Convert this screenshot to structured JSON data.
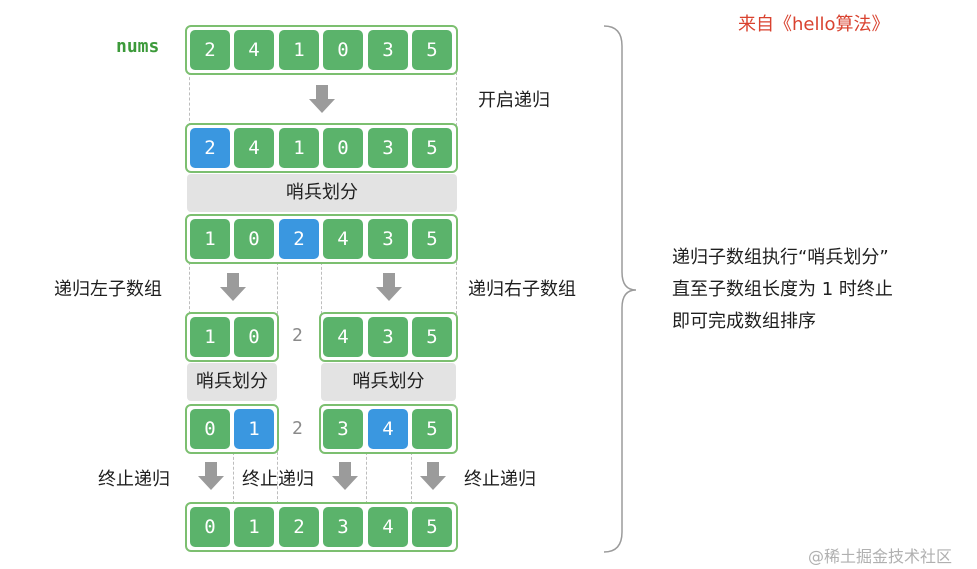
{
  "source_note": "来自《hello算法》",
  "nums_label": "nums",
  "arrays": {
    "row0": [
      "2",
      "4",
      "1",
      "0",
      "3",
      "5"
    ],
    "row1": [
      "2",
      "4",
      "1",
      "0",
      "3",
      "5"
    ],
    "row2": [
      "1",
      "0",
      "2",
      "4",
      "3",
      "5"
    ],
    "row3_left": [
      "1",
      "0"
    ],
    "row3_pivot": "2",
    "row3_right": [
      "4",
      "3",
      "5"
    ],
    "row4_left": [
      "0",
      "1"
    ],
    "row4_pivot": "2",
    "row4_right": [
      "3",
      "4",
      "5"
    ],
    "row5": [
      "0",
      "1",
      "2",
      "3",
      "4",
      "5"
    ]
  },
  "labels": {
    "start_recursion": "开启递归",
    "sentinel_partition": "哨兵划分",
    "recurse_left": "递归左子数组",
    "recurse_right": "递归右子数组",
    "end_recursion": "终止递归"
  },
  "description": {
    "line1": "递归子数组执行“哨兵划分”",
    "line2": "直至子数组长度为 1 时终止",
    "line3": "即可完成数组排序"
  },
  "watermark": "@稀土掘金技术社区",
  "colors": {
    "green": "#5bb36b",
    "blue_highlight": "#3a97e0",
    "border_green": "#7cbf70",
    "source_red": "#d9422f"
  }
}
